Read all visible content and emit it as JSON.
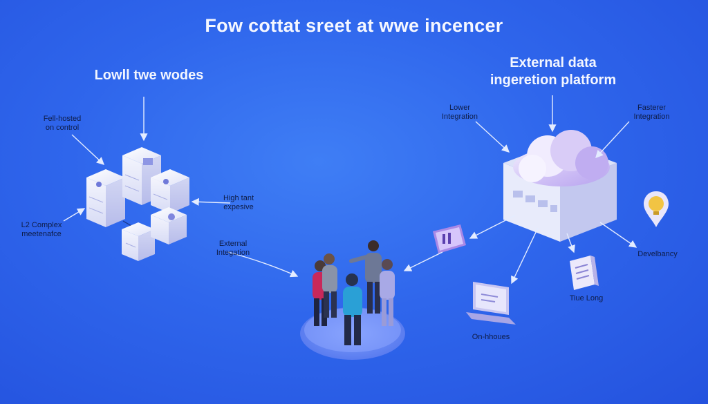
{
  "title": "Fow cottat sreet at wwe incencer",
  "left_heading": "Lowll twe wodes",
  "right_heading_line1": "External data",
  "right_heading_line2": "ingeretion platform",
  "labels": {
    "self_hosted_1": "Fell-hosted",
    "self_hosted_2": "on control",
    "complex_1": "L2 Complex",
    "complex_2": "meetenafce",
    "high_cost_1": "High tant",
    "high_cost_2": "expesive",
    "external_1": "External",
    "external_2": "Integation",
    "lower_1": "Lower",
    "lower_2": "Integration",
    "faster_1": "Fasterer",
    "faster_2": "Integration",
    "dependency": "Develbancy",
    "time_long": "Tiue Long",
    "on_house": "On-hhoues"
  },
  "colors": {
    "background": "#2f66ec",
    "cube_face": "#eef0fb",
    "cube_side": "#c9cdf2",
    "cloud": "#c8b8f3",
    "arrow": "#dfe8ff",
    "accent_yellow": "#f2c443"
  }
}
